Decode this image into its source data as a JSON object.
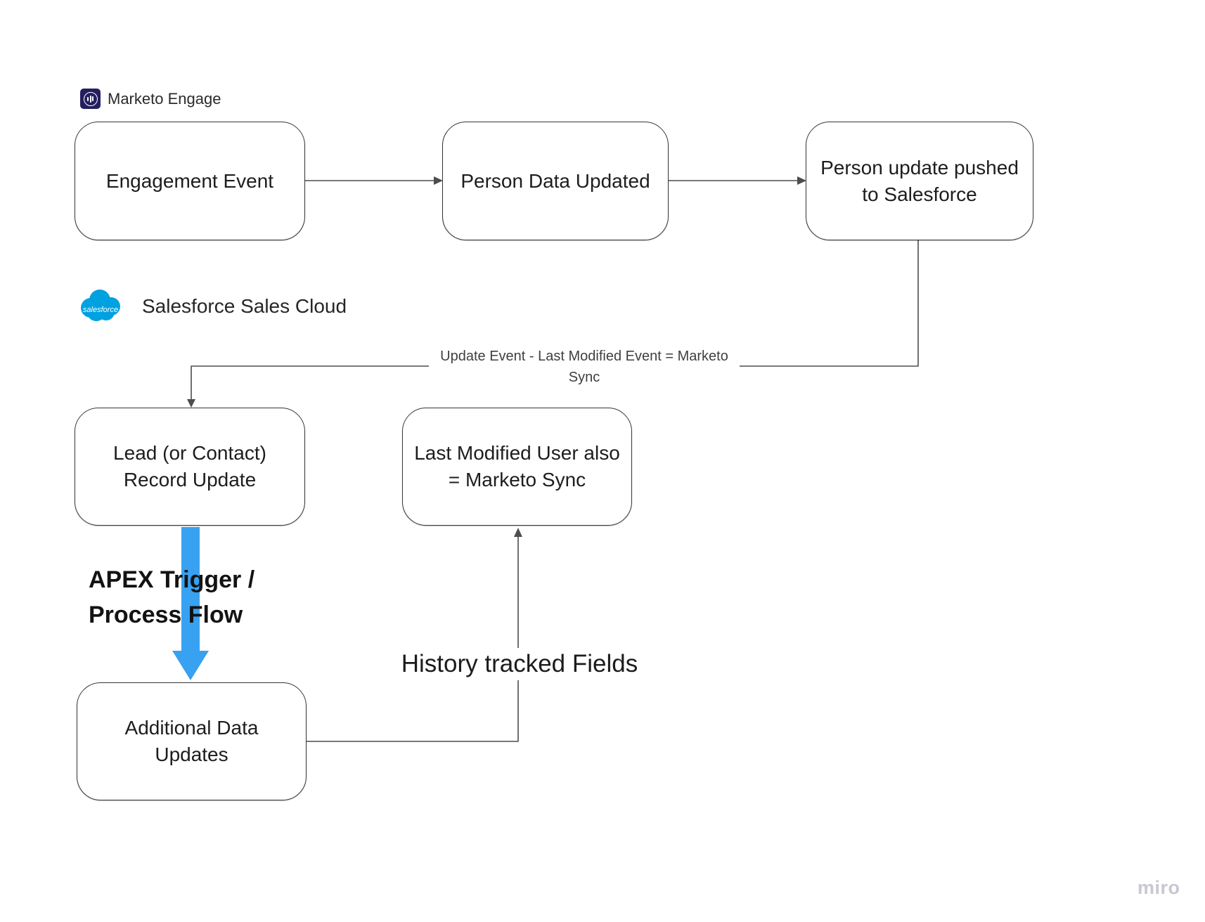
{
  "headers": {
    "marketo": "Marketo Engage",
    "salesforce": "Salesforce Sales Cloud",
    "salesforce_logo_text": "salesforce"
  },
  "boxes": [
    {
      "id": "engagement-event",
      "lines": [
        "Engagement Event"
      ]
    },
    {
      "id": "person-data-updated",
      "lines": [
        "Person Data Updated"
      ]
    },
    {
      "id": "person-update-pushed",
      "lines": [
        "Person update pushed",
        "to Salesforce"
      ]
    },
    {
      "id": "lead-record-update",
      "lines": [
        "Lead (or Contact)",
        "Record Update"
      ]
    },
    {
      "id": "last-modified-user",
      "lines": [
        "Last Modified User also",
        "= Marketo Sync"
      ]
    },
    {
      "id": "additional-data-updates",
      "lines": [
        "Additional Data",
        "Updates"
      ]
    }
  ],
  "labels": {
    "update_event_line1": "Update Event - Last Modified Event = Marketo",
    "update_event_line2": "Sync",
    "apex_line1": "APEX Trigger /",
    "apex_line2": "Process Flow",
    "history": "History tracked Fields"
  },
  "watermark": "miro",
  "icons": {
    "marketo_icon": "marketo-engage-logo",
    "salesforce_icon": "salesforce-cloud-logo",
    "apex_arrow_icon": "thick-blue-down-arrow"
  },
  "colors": {
    "connector": "#4d4d4d",
    "box_border": "#373737",
    "box_text": "#1d1d1d",
    "apex_arrow_blue": "#38a1f1",
    "salesforce_blue": "#00a1e0",
    "marketo_navy": "#241f60",
    "watermark_gray": "#c7c8d2"
  }
}
